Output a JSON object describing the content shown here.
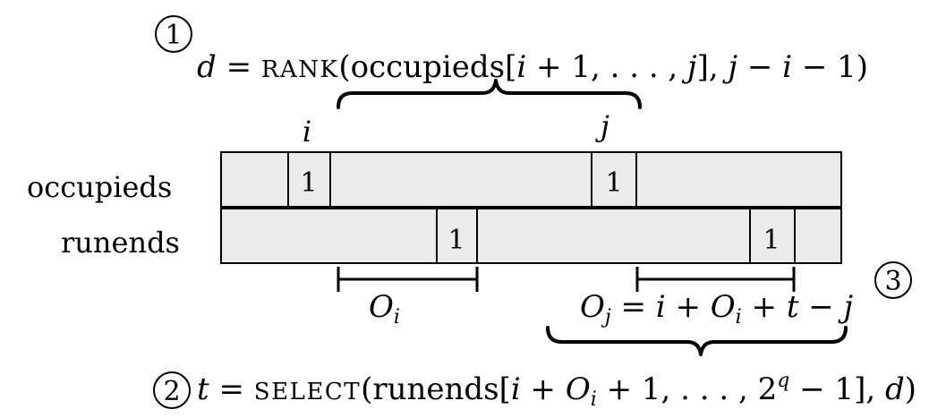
{
  "rows": {
    "occupieds": {
      "label": "occupieds",
      "bits": [
        "1",
        "1"
      ]
    },
    "runends": {
      "label": "runends",
      "bits": [
        "1",
        "1"
      ]
    }
  },
  "markers": {
    "i": "i",
    "j": "j"
  },
  "steps": {
    "step1": {
      "number": "1",
      "lhs": "d",
      "eq": " = ",
      "func": "RANK",
      "args_prefix": "(occupieds[",
      "args_i": "i",
      "args_range": " + 1, . . . , ",
      "args_j": "j",
      "args_mid": "], ",
      "args_j2": "j",
      "args_minus": " − ",
      "args_i2": "i",
      "args_end": " − 1)"
    },
    "step2": {
      "number": "2",
      "lhs": "t",
      "eq": " = ",
      "func": "SELECT",
      "args_prefix": "(runends[",
      "args_i": "i",
      "args_plus": " + ",
      "args_O": "O",
      "args_O_sub": "i",
      "args_range": " + 1, . . . , 2",
      "args_sup": "q",
      "args_mid": " − 1], ",
      "args_d": "d",
      "args_end": ")"
    },
    "step3": {
      "number": "3",
      "O": "O",
      "O_sub": "j",
      "eq": " = ",
      "i": "i",
      "plus1": " + ",
      "O2": "O",
      "O2_sub": "i",
      "plus2": " + ",
      "t": "t",
      "minus": " − ",
      "j": "j"
    }
  },
  "offset_i": {
    "O": "O",
    "sub": "i"
  }
}
